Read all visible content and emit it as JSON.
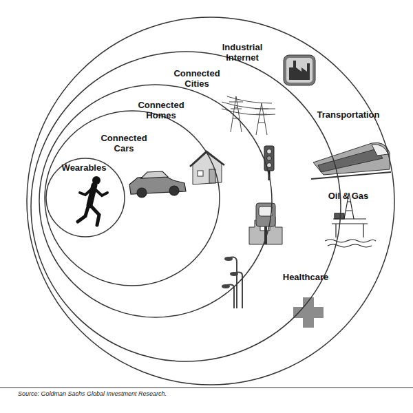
{
  "diagram": {
    "caption": "Source: Goldman Sachs Global Investment Research.",
    "nodes": [
      {
        "text": [
          "Industrial Internet"
        ]
      },
      {
        "text": [
          "Connected Cities"
        ],
        "in": 0
      },
      {
        "text": [
          "Connected Homes"
        ],
        "in": 1
      },
      {
        "text": [
          "Connected Cars"
        ],
        "in": 2
      },
      {
        "text": [
          "Wearables"
        ],
        "in": 3
      }
    ],
    "labels": [
      "Transportation",
      "Oil & Gas",
      "Healthcare"
    ]
  }
}
